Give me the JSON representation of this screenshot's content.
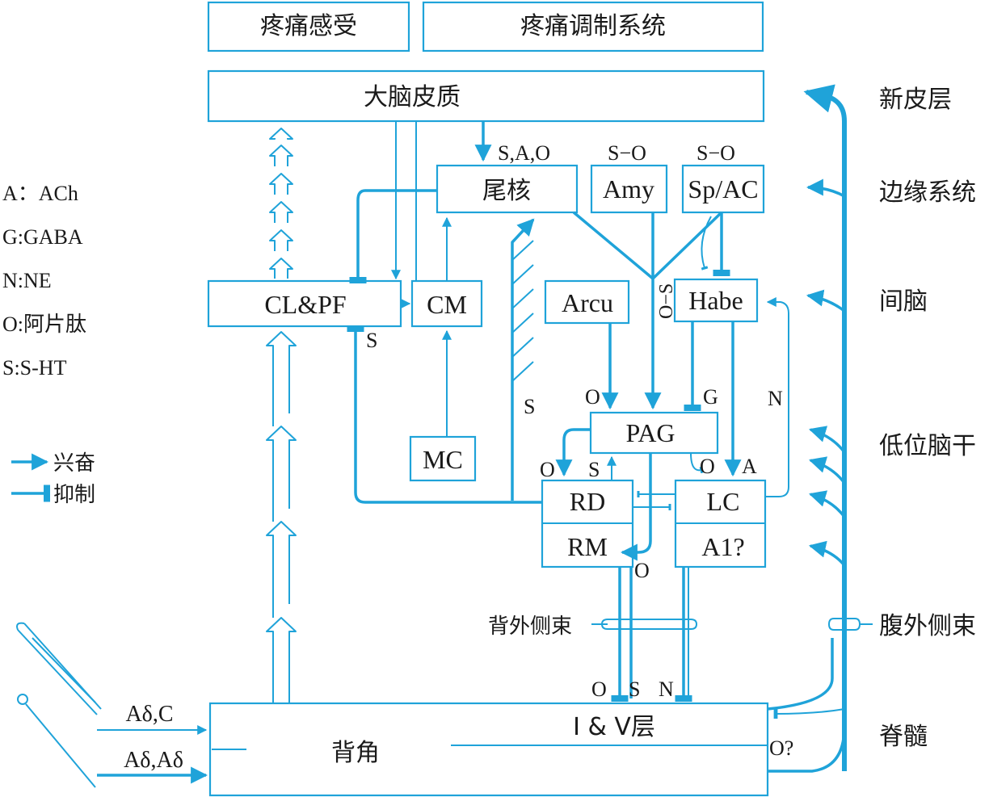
{
  "colors": {
    "accent": "#1fa3d9",
    "text": "#1a1a1a",
    "background": "#ffffff"
  },
  "header": {
    "pain_sensation": "疼痛感受",
    "pain_modulation": "疼痛调制系统"
  },
  "boxes": {
    "cortex": "大脑皮质",
    "caudate": "尾核",
    "amy": "Amy",
    "sp_ac": "Sp/AC",
    "cl_pf": "CL&PF",
    "cm": "CM",
    "arcu": "Arcu",
    "habe": "Habe",
    "pag": "PAG",
    "mc": "MC",
    "rd": "RD",
    "rm": "RM",
    "lc": "LC",
    "a1": "A1?",
    "dorsal_horn": "背角",
    "layer": "I & V层"
  },
  "legend_abbrev": [
    "A：ACh",
    "G:GABA",
    "N:NE",
    "O:阿片肽",
    "S:S-HT"
  ],
  "legend_arrows": {
    "excite": "兴奋",
    "inhibit": "抑制"
  },
  "levels": [
    "新皮层",
    "边缘系统",
    "间脑",
    "低位脑干",
    "腹外侧束",
    "脊髓"
  ],
  "tract_dorsolateral": "背外侧束",
  "fiber_inputs": [
    "Aδ,C",
    "Aδ,Aδ"
  ],
  "labels": {
    "s_a_o": "S,A,O",
    "s_o_amy": "S−O",
    "s_o_sp": "S−O",
    "o_s_vert": "O−S",
    "s_clpf": "S",
    "s_rise": "S",
    "o_arcu": "O",
    "g_habe": "G",
    "n_right": "N",
    "o_rd_left": "O",
    "s_rd": "S",
    "o_lc": "O",
    "a_lc": "A",
    "o_rm": "O",
    "o_desc": "O",
    "s_desc": "S",
    "n_desc": "N",
    "o_q": "O?"
  }
}
